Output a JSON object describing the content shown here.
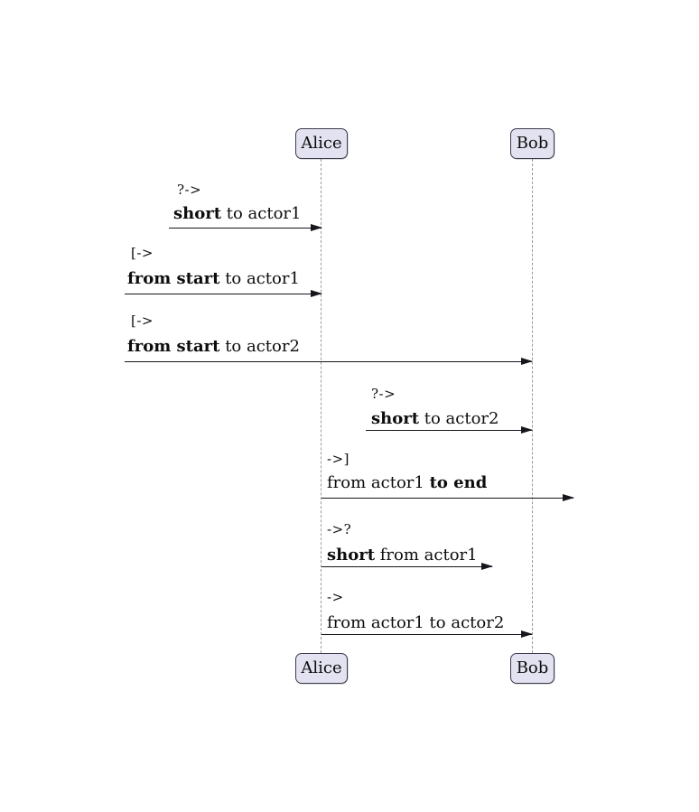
{
  "diagram": {
    "type": "sequence-diagram",
    "background_color": "#ffffff",
    "colors": {
      "actor_fill": "#e2e2f0",
      "actor_border": "#3c3c4e",
      "lifeline": "#9a9a9a",
      "arrow": "#16161c",
      "text": "#0d0d0d"
    },
    "actors": [
      {
        "name": "Alice"
      },
      {
        "name": "Bob"
      }
    ],
    "messages": [
      {
        "symbol": "?->",
        "pre": "",
        "bold": "short",
        "post": " to actor1",
        "from": "offset-left",
        "to": "Alice"
      },
      {
        "symbol": "[->",
        "pre": "",
        "bold": "from start",
        "post": " to actor1",
        "from": "diagram-edge",
        "to": "Alice"
      },
      {
        "symbol": "[->",
        "pre": "",
        "bold": "from start",
        "post": " to actor2",
        "from": "diagram-edge",
        "to": "Bob"
      },
      {
        "symbol": "?->",
        "pre": "",
        "bold": "short",
        "post": " to actor2",
        "from": "offset-left",
        "to": "Bob"
      },
      {
        "symbol": "->]",
        "pre": "from actor1 ",
        "bold": "to end",
        "post": "",
        "from": "Alice",
        "to": "diagram-edge"
      },
      {
        "symbol": "->?",
        "pre": "",
        "bold": "short",
        "post": " from actor1",
        "from": "Alice",
        "to": "offset-right"
      },
      {
        "symbol": "->",
        "pre": "from actor1 to actor2",
        "bold": "",
        "post": "",
        "from": "Alice",
        "to": "Bob"
      }
    ]
  }
}
